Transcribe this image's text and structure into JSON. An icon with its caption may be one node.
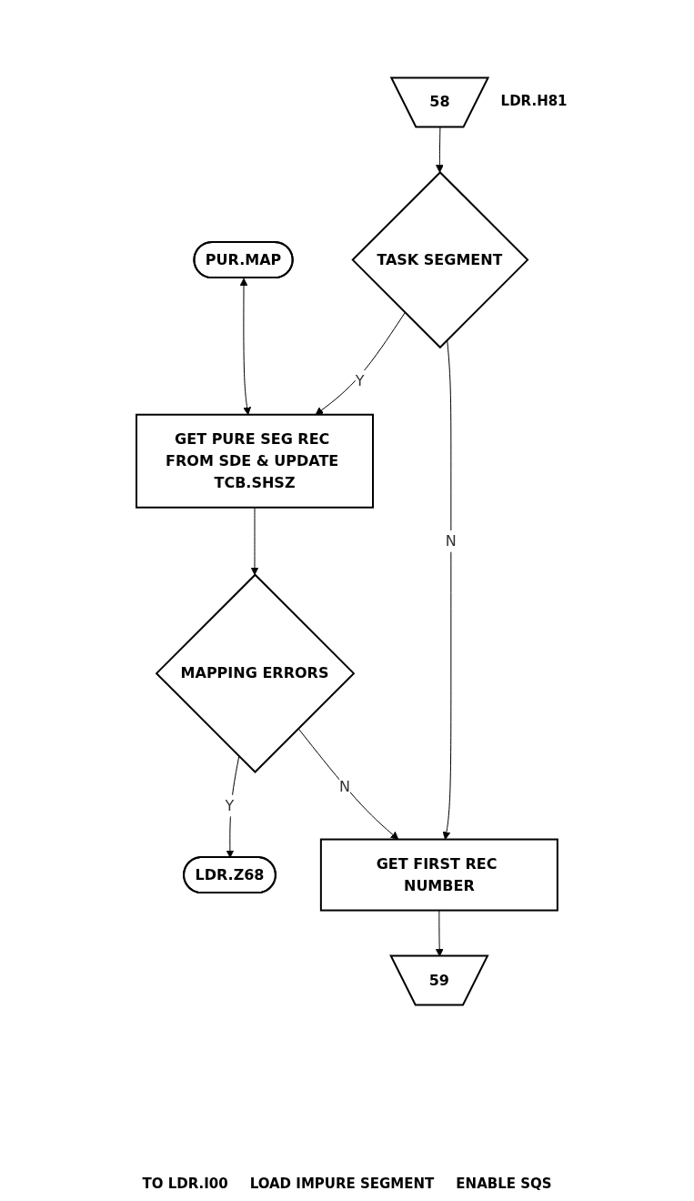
{
  "diagram": {
    "nodes": [
      {
        "text": [
          "58"
        ],
        "beside": [
          "LDR.H81"
        ]
      },
      {
        "text": [
          "TASK SEGMENT"
        ]
      },
      {
        "text": [
          "GET PURE SEG REC FROM SDE & UPDATE TCB.SHSZ"
        ]
      },
      {
        "text": [
          "PUR.MAP"
        ]
      },
      {
        "text": [
          "MAPPING ERRORS"
        ]
      },
      {
        "text": [
          "LDR.Z68"
        ]
      },
      {
        "text": [
          "GET FIRST REC NUMBER"
        ]
      },
      {
        "text": [
          "59"
        ]
      }
    ],
    "edges": [
      {
        "from": 0,
        "to": 1,
        "arrow": "to"
      },
      {
        "from": 1,
        "to": 6,
        "arrow": "to",
        "label": "N"
      },
      {
        "from": 1,
        "to": 2,
        "arrow": "to",
        "label": "Y"
      },
      {
        "from": 2,
        "to": 4,
        "arrow": "to"
      },
      {
        "from": 3,
        "to": 2,
        "arrow": "both"
      },
      {
        "from": 4,
        "to": 5,
        "arrow": "to",
        "label": "Y"
      },
      {
        "from": 4,
        "to": 6,
        "arrow": "to",
        "label": "N"
      },
      {
        "from": 6,
        "to": 7,
        "arrow": "to"
      }
    ],
    "labels": [
      "TO LDR.I00",
      "LOAD IMPURE SEGMENT",
      "ENABLE SQS"
    ]
  }
}
